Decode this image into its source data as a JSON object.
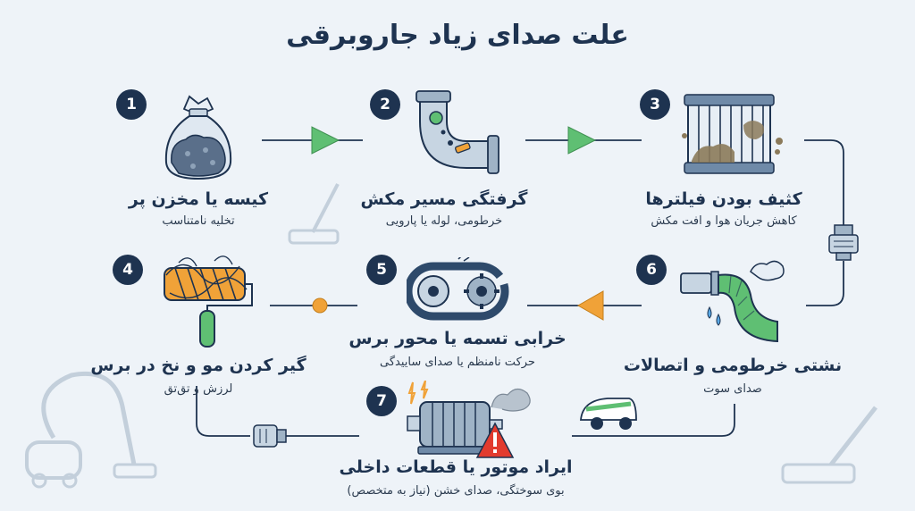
{
  "title": "علت صدای زیاد جاروبرقی",
  "steps": [
    {
      "number": "1",
      "title": "کیسه یا مخزن پر",
      "subtitle": "تخلیه نامتناسب"
    },
    {
      "number": "2",
      "title": "گرفتگی مسیر مکش",
      "subtitle": "خرطومی، لوله یا پارویی"
    },
    {
      "number": "3",
      "title": "کثیف بودن فیلترها",
      "subtitle": "کاهش جریان هوا و افت مکش"
    },
    {
      "number": "4",
      "title": "گیر کردن مو و نخ در برس",
      "subtitle": "لرزش و تق‌تق"
    },
    {
      "number": "5",
      "title": "خرابی تسمه یا محور برس",
      "subtitle": "حرکت نامنظم یا صدای ساییدگی"
    },
    {
      "number": "6",
      "title": "نشتی خرطومی و اتصالات",
      "subtitle": "صدای سوت"
    },
    {
      "number": "7",
      "title": "ایراد موتور یا قطعات داخلی",
      "subtitle": "بوی سوختگی، صدای خشن (نیاز به متخصص)"
    }
  ],
  "colors": {
    "navy": "#1e3350",
    "green": "#5fbf73",
    "orange": "#f0a238",
    "warning_red": "#e23b2e",
    "background": "#eef3f8"
  },
  "icons": {
    "step1": "full-dust-bag-icon",
    "step2": "clogged-pipe-icon",
    "step3": "dirty-filter-icon",
    "step4": "tangled-brush-roll-icon",
    "step5": "broken-belt-icon",
    "step6": "leaking-hose-icon",
    "step7": "overheating-motor-warning-icon"
  }
}
